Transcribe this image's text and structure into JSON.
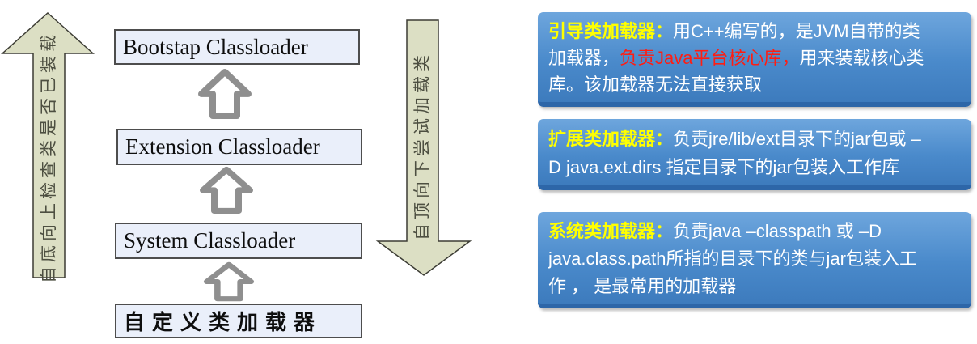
{
  "diagram": {
    "left_arrow": {
      "label": "自底向上检查类是否已装载",
      "direction": "up"
    },
    "right_arrow": {
      "label": "自顶向下尝试加载类",
      "direction": "down"
    },
    "boxes": [
      {
        "label": "Bootstap Classloader"
      },
      {
        "label": "Extension Classloader"
      },
      {
        "label": "System Classloader"
      },
      {
        "label": "自定义类加载器"
      }
    ]
  },
  "panels": [
    {
      "name": "bootstrap-classloader-panel",
      "lines": [
        [
          {
            "t": "引导类加载器：",
            "c": "yellow",
            "b": true
          },
          {
            "t": "用C++编写的，是JVM自带的类",
            "c": "white"
          }
        ],
        [
          {
            "t": "加载器，",
            "c": "white"
          },
          {
            "t": "负责Java平台核心库，",
            "c": "red"
          },
          {
            "t": "用来装载核心类",
            "c": "white"
          }
        ],
        [
          {
            "t": "库。该加载器无法直接获取",
            "c": "white"
          }
        ]
      ]
    },
    {
      "name": "extension-classloader-panel",
      "lines": [
        [
          {
            "t": "扩展类加载器：",
            "c": "yellow",
            "b": true
          },
          {
            "t": "负责jre/lib/ext目录下的jar包或 –",
            "c": "white"
          }
        ],
        [
          {
            "t": "D java.ext.dirs 指定目录下的jar包装入工作库",
            "c": "white"
          }
        ]
      ]
    },
    {
      "name": "system-classloader-panel",
      "lines": [
        [
          {
            "t": "系统类加载器：",
            "c": "yellow",
            "b": true
          },
          {
            "t": "负责java –classpath 或 –D",
            "c": "white"
          }
        ],
        [
          {
            "t": "java.class.path所指的目录下的类与jar包装入工",
            "c": "white"
          }
        ],
        [
          {
            "t": "作 ， 是最常用的加载器",
            "c": "white"
          }
        ]
      ]
    }
  ],
  "colors": {
    "panel_blue_top": "#6ea6dd",
    "panel_blue_bottom": "#3d7bbd",
    "panel_border": "#2d66a8",
    "heading_yellow": "#ffff00",
    "body_white": "#ffffff",
    "highlight_red": "#ff1d12",
    "big_arrow_fill": "#dcdfc4",
    "big_arrow_border": "#3c3c34",
    "hollow_arrow_gray": "#8f8f8f",
    "box_fill": "#eaeffa",
    "box_border": "#4d4d4d"
  }
}
